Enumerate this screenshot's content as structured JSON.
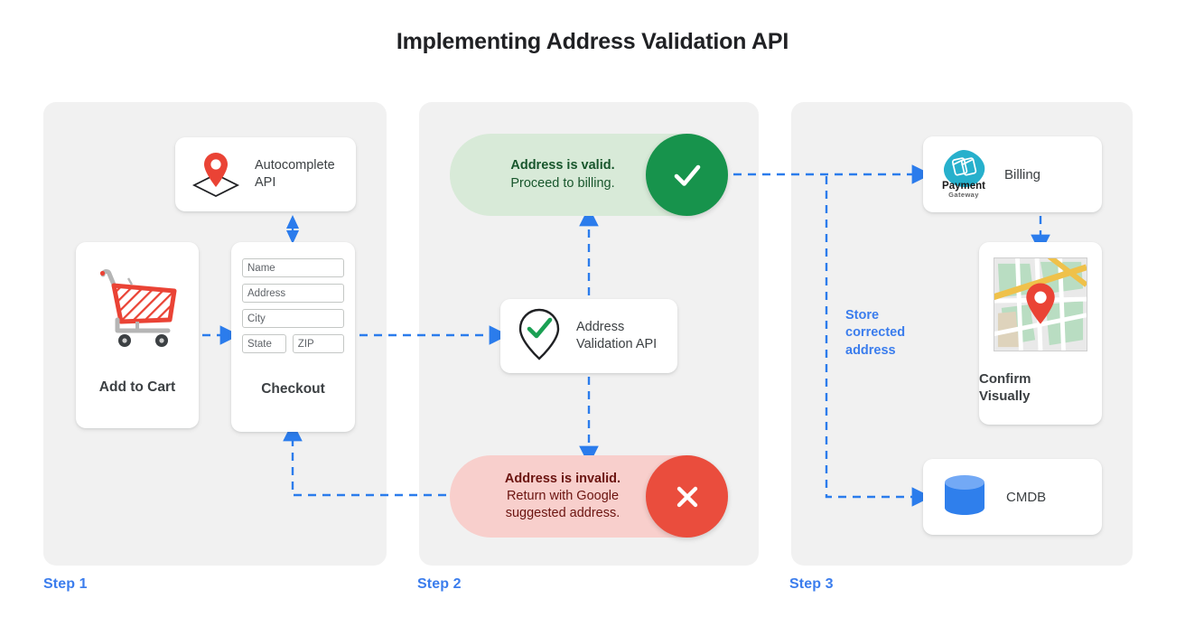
{
  "title": "Implementing Address Validation API",
  "colors": {
    "accent_blue": "#3b7ded",
    "panel_bg": "#f1f1f1",
    "valid_pill_bg": "#d8ead8",
    "valid_badge": "#17934c",
    "valid_text": "#18562c",
    "invalid_pill_bg": "#f8cfcc",
    "invalid_badge": "#ea4d3d",
    "invalid_text": "#6b1410",
    "cart_red": "#ea4335",
    "pin_red": "#ea4335",
    "cmdb_blue": "#3b82f0",
    "payment_teal": "#27b0cc"
  },
  "steps": [
    {
      "label": "Step 1"
    },
    {
      "label": "Step 2"
    },
    {
      "label": "Step 3"
    }
  ],
  "step1": {
    "autocomplete_card": {
      "icon": "map-pin-diamond-icon",
      "line1": "Autocomplete",
      "line2": "API"
    },
    "cart_card": {
      "icon": "shopping-cart-icon",
      "label": "Add to Cart"
    },
    "checkout_card": {
      "label": "Checkout",
      "fields": [
        {
          "name": "name",
          "placeholder": "Name"
        },
        {
          "name": "address",
          "placeholder": "Address"
        },
        {
          "name": "city",
          "placeholder": "City"
        },
        {
          "name": "state",
          "placeholder": "State"
        },
        {
          "name": "zip",
          "placeholder": "ZIP"
        }
      ]
    }
  },
  "step2": {
    "valid_pill": {
      "line1": "Address is valid.",
      "line2": "Proceed to billing.",
      "badge_icon": "check-icon"
    },
    "validation_card": {
      "icon": "pin-check-icon",
      "line1": "Address",
      "line2": "Validation API"
    },
    "invalid_pill": {
      "line1": "Address is invalid.",
      "line2": "Return with Google",
      "line3": "suggested address.",
      "badge_icon": "close-icon"
    }
  },
  "step3": {
    "billing_card": {
      "icon": "payment-gateway-logo",
      "logo_line1": "Payment",
      "logo_line2": "Gateway",
      "label": "Billing"
    },
    "map_card": {
      "icon": "map-thumbnail-icon",
      "line1": "Confirm",
      "line2": "Visually"
    },
    "cmdb_card": {
      "icon": "database-icon",
      "label": "CMDB"
    },
    "store_note": {
      "line1": "Store",
      "line2": "corrected",
      "line3": "address"
    }
  }
}
